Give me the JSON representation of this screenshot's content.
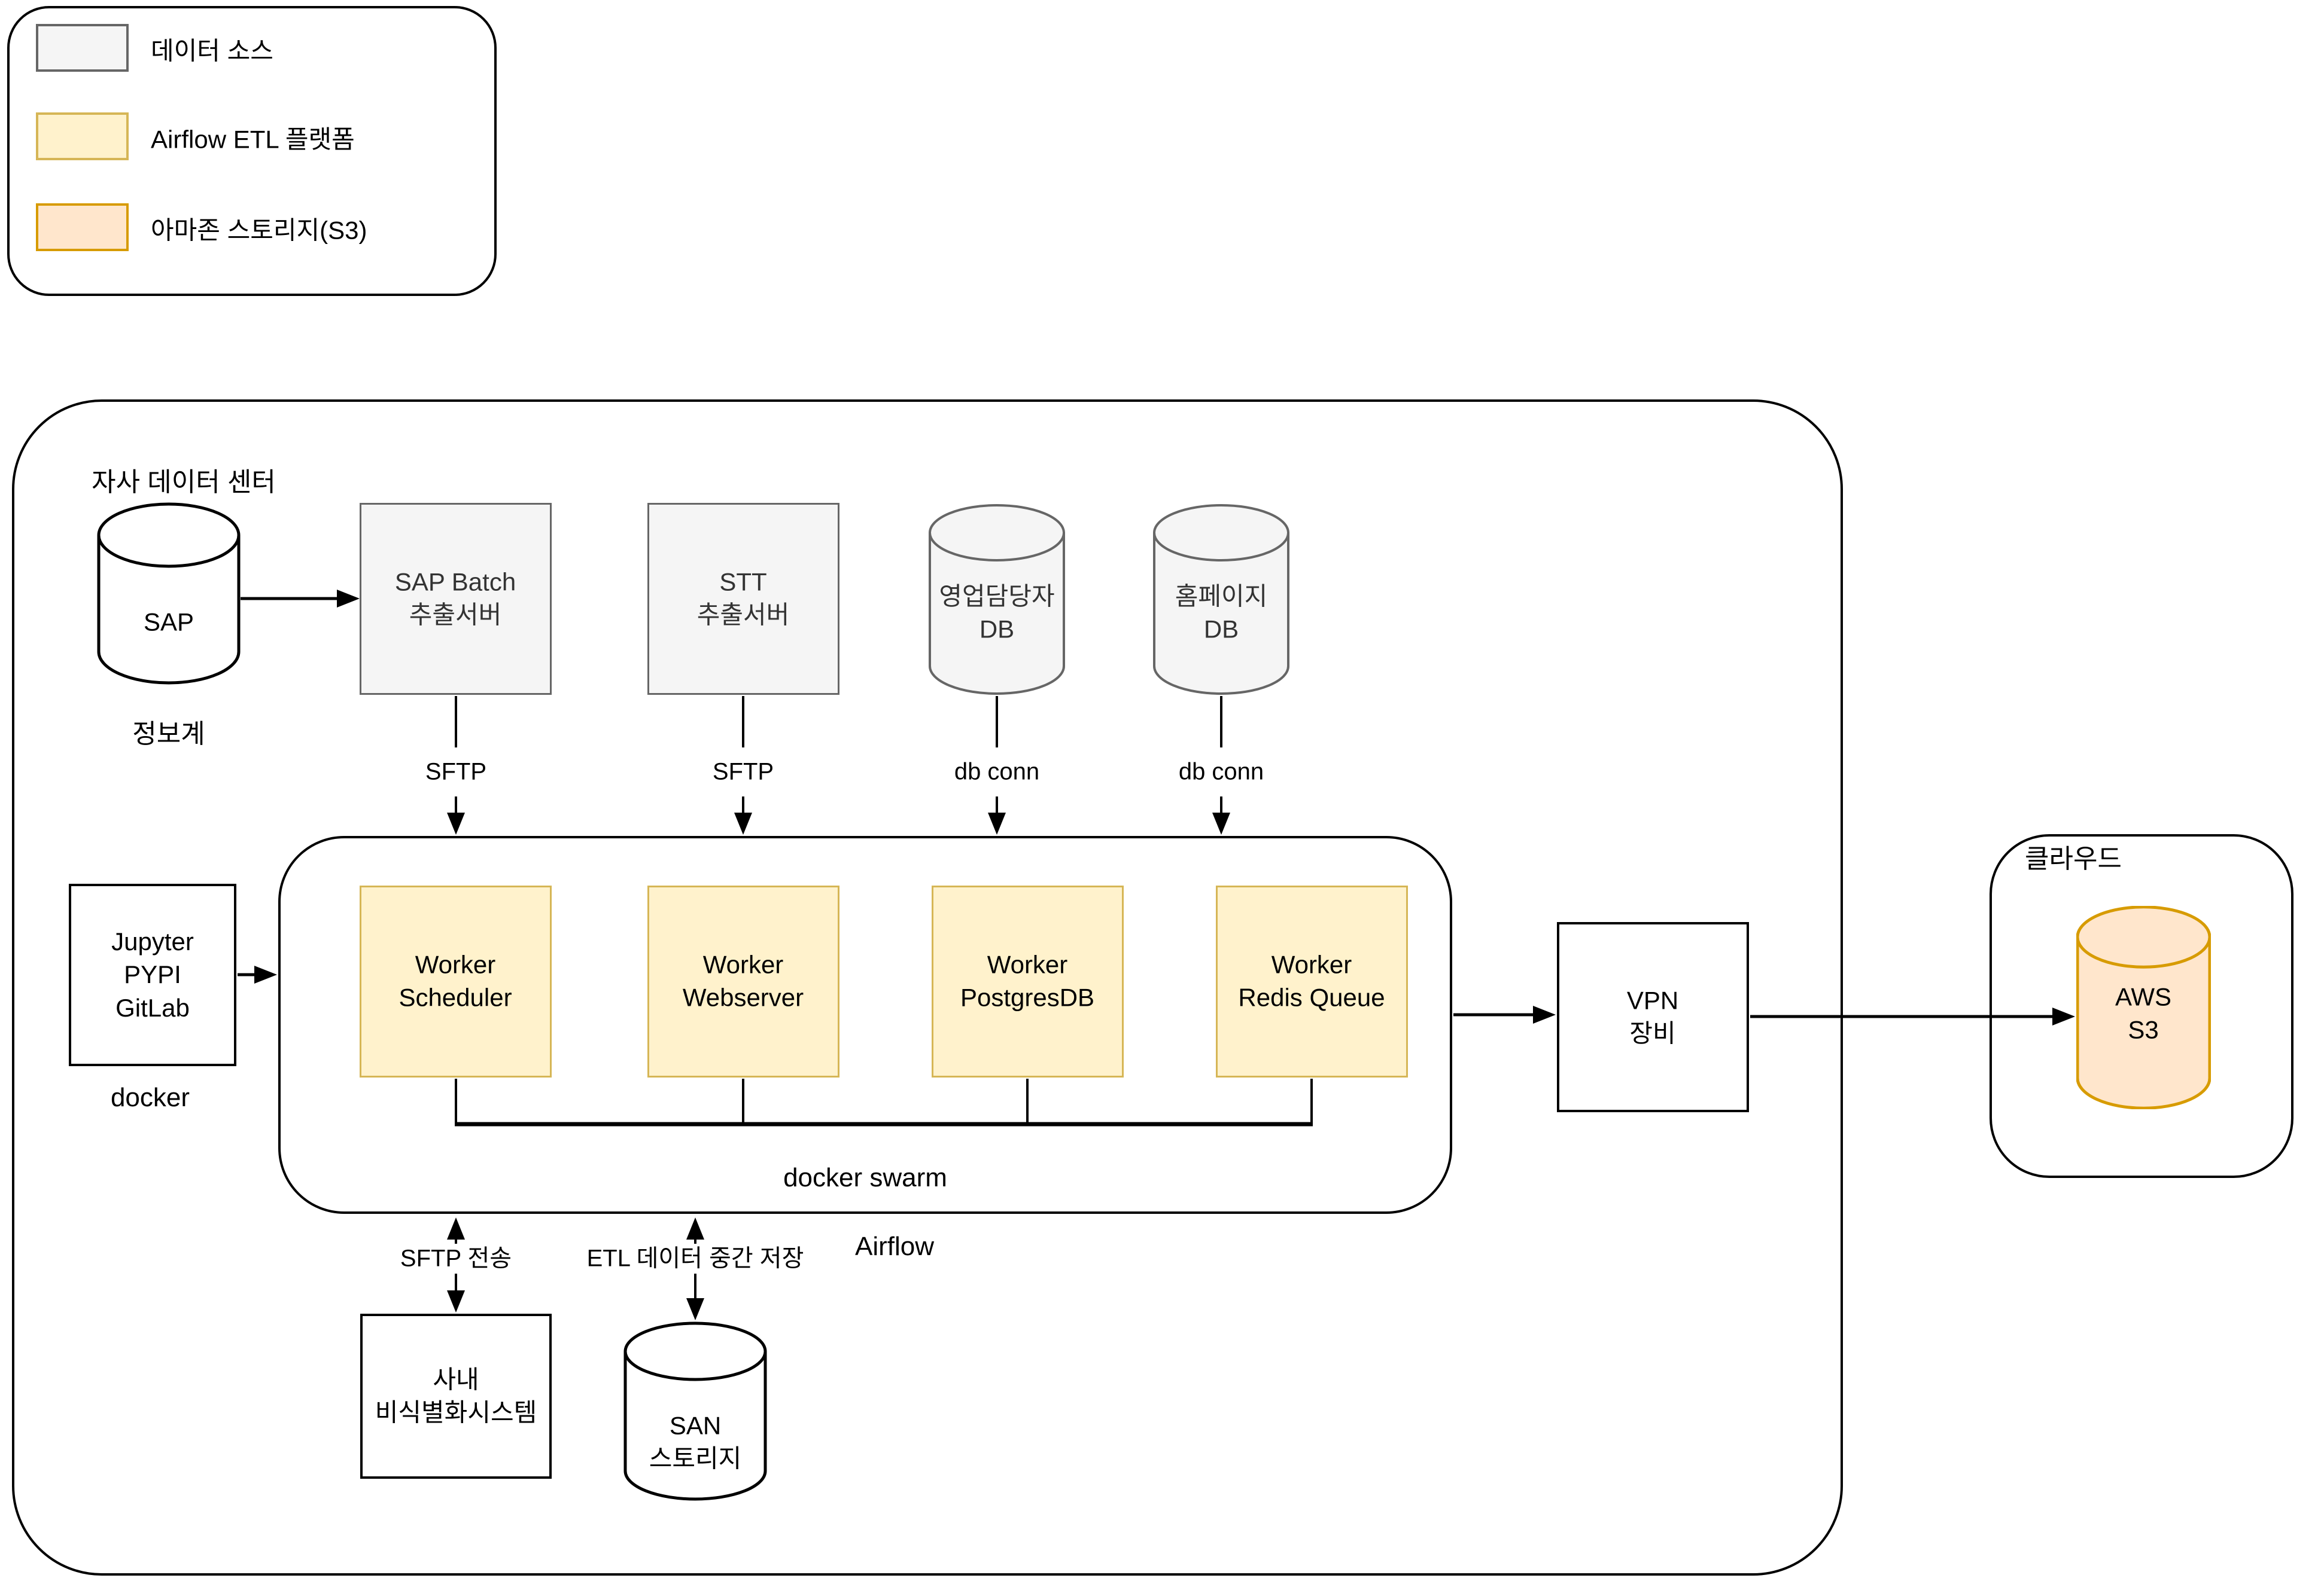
{
  "theme": {
    "source_fill": "#f5f5f5",
    "source_border": "#666666",
    "etl_fill": "#fff2cc",
    "etl_border": "#d6b656",
    "s3_fill": "#ffe6cc",
    "s3_border": "#d79b00",
    "line_color": "#000000"
  },
  "legend": {
    "items": [
      {
        "label": "데이터 소스",
        "fill": "#f5f5f5",
        "border": "#666666"
      },
      {
        "label": "Airflow ETL 플랫폼",
        "fill": "#fff2cc",
        "border": "#d6b656"
      },
      {
        "label": "아마존 스토리지(S3)",
        "fill": "#ffe6cc",
        "border": "#d79b00"
      }
    ]
  },
  "containers": {
    "datacenter": {
      "label": "자사 데이터 센터"
    },
    "swarm": {
      "label": "docker swarm",
      "caption": "Airflow"
    },
    "cloud": {
      "label": "클라우드"
    }
  },
  "nodes": {
    "sap": {
      "label": "SAP",
      "caption": "정보계"
    },
    "sap_batch": {
      "label": "SAP Batch\n추출서버"
    },
    "stt": {
      "label": "STT\n추출서버"
    },
    "sales_db": {
      "label": "영업담당자\nDB"
    },
    "homepage_db": {
      "label": "홈페이지\nDB"
    },
    "jupyter": {
      "label": "Jupyter\nPYPI\nGitLab",
      "caption": "docker"
    },
    "worker_scheduler": {
      "label": "Worker\nScheduler"
    },
    "worker_webserver": {
      "label": "Worker\nWebserver"
    },
    "worker_postgres": {
      "label": "Worker\nPostgresDB"
    },
    "worker_redis": {
      "label": "Worker\nRedis Queue"
    },
    "vpn": {
      "label": "VPN\n장비"
    },
    "annex": {
      "label": "사내\n비식별화시스템"
    },
    "san": {
      "label": "SAN\n스토리지"
    },
    "aws_s3": {
      "label": "AWS\nS3"
    }
  },
  "edges": {
    "sftp_a": "SFTP",
    "sftp_b": "SFTP",
    "dbconn_a": "db conn",
    "dbconn_b": "db conn",
    "sftp_transfer": "SFTP 전송",
    "etl_store": "ETL 데이터 중간 저장"
  }
}
